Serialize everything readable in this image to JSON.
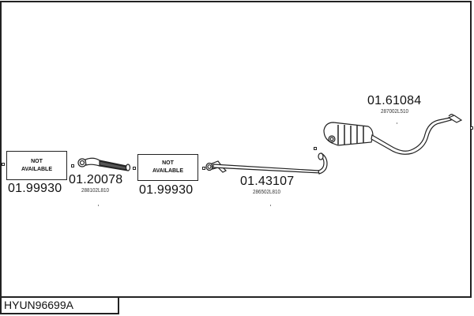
{
  "diagram": {
    "code": "HYUN96699A",
    "parts": [
      {
        "id": "part-1",
        "number": "01.99930",
        "label": "NOT AVAILABLE",
        "reference": ""
      },
      {
        "id": "part-2",
        "number": "01.20078",
        "label": "",
        "reference": "288102L810"
      },
      {
        "id": "part-3",
        "number": "01.99930",
        "label": "NOT AVAILABLE",
        "reference": ""
      },
      {
        "id": "part-4",
        "number": "01.43107",
        "label": "",
        "reference": "286502L810"
      },
      {
        "id": "part-5",
        "number": "01.61084",
        "label": "",
        "reference": "287002L510"
      }
    ],
    "colors": {
      "line": "#222222",
      "background": "#ffffff"
    }
  }
}
